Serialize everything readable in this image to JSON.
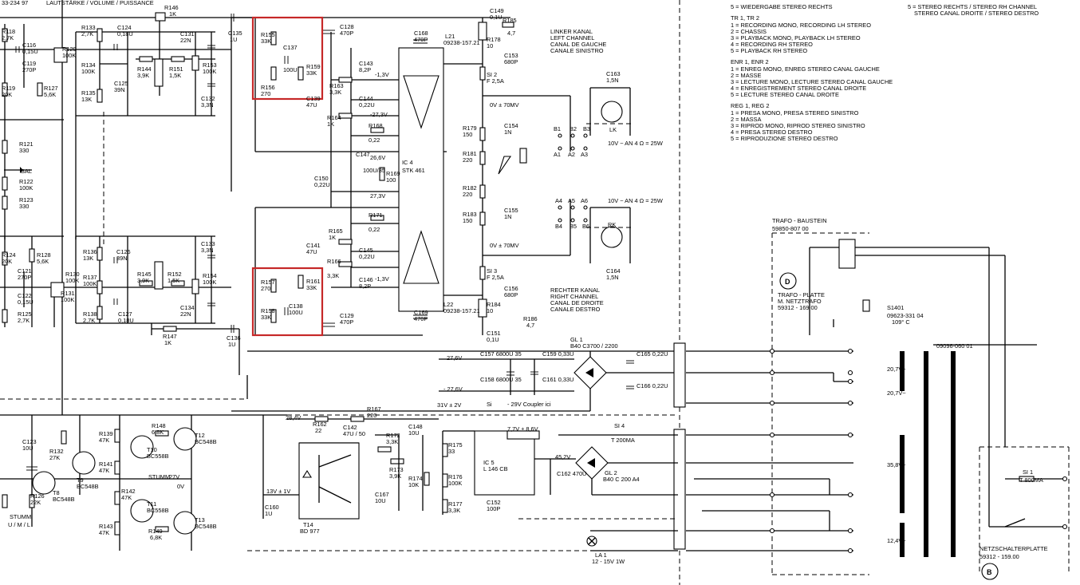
{
  "header": {
    "doc_ref": "33-234 97",
    "volume_label": "LAUTSTÄRKE / VOLUME / PUISSANCE"
  },
  "legend": {
    "line5": "5 = WIEDERGABE STEREO RECHTS",
    "right_channel": [
      "5 = STEREO RECHTS / STEREO RH CHANNEL",
      "STEREO CANAL DROITE / STEREO DESTRO"
    ],
    "tr_head": "TR 1, TR 2",
    "tr_lines": [
      "1 = RECORDING MONO, RECORDING LH STEREO",
      "2 = CHASSIS",
      "3 = PLAYBACK MONO, PLAYBACK LH STEREO",
      "4 = RECORDING RH STEREO",
      "5 = PLAYBACK RH STEREO"
    ],
    "enr_head": "ENR 1, ENR 2",
    "enr_lines": [
      "1 = ENREG MONO, ENREG STEREO CANAL GAUCHE",
      "2 = MASSE",
      "3 = LECTURE MONO, LECTURE STEREO CANAL GAUCHE",
      "4 = ENREGISTREMENT STEREO CANAL DROITE",
      "5 = LECTURE STEREO CANAL DROITE"
    ],
    "reg_head": "REG 1, REG 2",
    "reg_lines": [
      "1 = PRESA MONO, PRESA STEREO SINISTRO",
      "2 = MASSA",
      "3 = RIPROD MONO, RIPROD STEREO SINISTRO",
      "4 = PRESA STEREO DESTRO",
      "5 = RIPRODUZIONE STEREO DESTRO"
    ]
  },
  "channels": {
    "left": [
      "LINKER KANAL",
      "LEFT CHANNEL",
      "CANAL DE GAUCHE",
      "CANALE SINISTRO"
    ],
    "right": [
      "RECHTER KANAL",
      "RIGHT CHANNEL",
      "CANAL DE DROITE",
      "CANALE DESTRO"
    ]
  },
  "top_left_parts": [
    {
      "t": "R118",
      "v": "2,7K"
    },
    {
      "t": "C116",
      "v": "0,15U"
    },
    {
      "t": "C119",
      "v": "270P"
    },
    {
      "t": "R119",
      "v": "20K"
    },
    {
      "t": "R127",
      "v": "5,6K"
    },
    {
      "t": "R129",
      "v": "100K"
    },
    {
      "t": "R133",
      "v": "2,7K"
    },
    {
      "t": "C124",
      "v": "0,18U"
    },
    {
      "t": "R134",
      "v": "100K"
    },
    {
      "t": "R135",
      "v": "13K"
    },
    {
      "t": "C125",
      "v": "39N"
    },
    {
      "t": "R144",
      "v": "3,9K"
    },
    {
      "t": "R146",
      "v": "1K"
    },
    {
      "t": "R151",
      "v": "1,5K"
    },
    {
      "t": "C131",
      "v": "22N"
    },
    {
      "t": "R153",
      "v": "100K"
    },
    {
      "t": "C132",
      "v": "3,3N"
    },
    {
      "t": "C135",
      "v": "1U"
    },
    {
      "t": "R121",
      "v": "330"
    },
    {
      "t": "R122",
      "v": "100K"
    },
    {
      "t": "R123",
      "v": "330"
    }
  ],
  "bal_label": "BAL",
  "bottom_left_parts": [
    {
      "t": "R124",
      "v": "20K"
    },
    {
      "t": "R128",
      "v": "5,6K"
    },
    {
      "t": "C121",
      "v": "270P"
    },
    {
      "t": "C122",
      "v": "0,15U"
    },
    {
      "t": "R125",
      "v": "2,7K"
    },
    {
      "t": "R130",
      "v": "100K"
    },
    {
      "t": "R131",
      "v": "100K"
    },
    {
      "t": "R136",
      "v": "13K"
    },
    {
      "t": "C126",
      "v": "39N"
    },
    {
      "t": "R137",
      "v": "100K"
    },
    {
      "t": "R138",
      "v": "2,7K"
    },
    {
      "t": "C127",
      "v": "0,18U"
    },
    {
      "t": "R145",
      "v": "3,9K"
    },
    {
      "t": "R152",
      "v": "1,5K"
    },
    {
      "t": "C133",
      "v": "3,3N"
    },
    {
      "t": "R154",
      "v": "100K"
    },
    {
      "t": "C134",
      "v": "22N"
    },
    {
      "t": "R147",
      "v": "1K"
    },
    {
      "t": "C136",
      "v": "1U"
    }
  ],
  "amp_top": {
    "hl": [
      {
        "t": "R155",
        "v": "33K"
      },
      {
        "t": "C137",
        "v": "100U"
      },
      {
        "t": "R159",
        "v": "33K"
      },
      {
        "t": "R156",
        "v": "270"
      }
    ],
    "parts": [
      {
        "t": "C128",
        "v": "470P"
      },
      {
        "t": "C139",
        "v": "47U"
      },
      {
        "t": "C143",
        "v": "8,2P"
      },
      {
        "t": "R163",
        "v": "3,3K"
      },
      {
        "t": "C144",
        "v": "0,22U"
      },
      {
        "t": "R164",
        "v": "1K"
      },
      {
        "t": "R168",
        "v": "0,22"
      },
      {
        "t": "C168",
        "v": "470P"
      },
      {
        "t": "C147",
        "v": "100U/35"
      },
      {
        "t": "R169",
        "v": "100"
      },
      {
        "t": "C150",
        "v": "0,22U"
      }
    ],
    "volts": [
      "-1,3V",
      "-27,3V",
      "26,6V",
      "27,3V"
    ],
    "ic": "IC 4",
    "ic_type": "STK 461"
  },
  "amp_bottom": {
    "hl": [
      {
        "t": "R157",
        "v": "270"
      },
      {
        "t": "R161",
        "v": "33K"
      },
      {
        "t": "R158",
        "v": "33K"
      },
      {
        "t": "C138",
        "v": "100U"
      }
    ],
    "parts": [
      {
        "t": "R171",
        "v": "0,22"
      },
      {
        "t": "R165",
        "v": "1K"
      },
      {
        "t": "C141",
        "v": "47U"
      },
      {
        "t": "C145",
        "v": "0,22U"
      },
      {
        "t": "R166",
        "v": "3,3K"
      },
      {
        "t": "C146",
        "v": "8,2P"
      },
      {
        "t": "C129",
        "v": "470P"
      },
      {
        "t": "C169",
        "v": "470P"
      }
    ],
    "volts": [
      "-1,3V"
    ]
  },
  "output": [
    {
      "t": "C149",
      "v": "0,1U"
    },
    {
      "t": "R185",
      "v": "4,7"
    },
    {
      "t": "L21",
      "v": "09238-157.21"
    },
    {
      "t": "R178",
      "v": "10"
    },
    {
      "t": "C153",
      "v": "680P"
    },
    {
      "t": "SI 2",
      "v": "F 2,5A"
    },
    {
      "t": "R179",
      "v": "150"
    },
    {
      "t": "C154",
      "v": "1N"
    },
    {
      "t": "R181",
      "v": "220"
    },
    {
      "t": "R182",
      "v": "220"
    },
    {
      "t": "C155",
      "v": "1N"
    },
    {
      "t": "R183",
      "v": "150"
    },
    {
      "t": "SI 3",
      "v": "F 2,5A"
    },
    {
      "t": "C156",
      "v": "680P"
    },
    {
      "t": "L22",
      "v": "09238-157.21"
    },
    {
      "t": "R184",
      "v": "10"
    },
    {
      "t": "C151",
      "v": "0,1U"
    },
    {
      "t": "R186",
      "v": "4,7"
    }
  ],
  "ov_labels": [
    "0V ± 70MV",
    "0V ± 70MV"
  ],
  "speakers": {
    "lk": {
      "label": "LK",
      "c": "C163",
      "cv": "1,5N",
      "spec": "10V ~ AN 4 Ω = 25W",
      "pins_top": [
        "B1",
        "B2",
        "B3"
      ],
      "pins_bot": [
        "A1",
        "A2",
        "A3"
      ]
    },
    "rk": {
      "label": "RK",
      "c": "C164",
      "cv": "1,5N",
      "spec": "10V ~ AN 4 Ω = 25W",
      "pins_top": [
        "A4",
        "A5",
        "A6"
      ],
      "pins_bot": [
        "B4",
        "B5",
        "B6"
      ]
    }
  },
  "psu": {
    "gl1": "GL 1",
    "gl1_type": "B40 C3700 / 2200",
    "v_pos": "27,6V",
    "v_neg": "- 27,6V",
    "c157": "C157 6800U 35",
    "c158": "C158 6800U 35",
    "c159": "C159 0,33U",
    "c161": "C161 0,33U",
    "c165": "C165 0,22U",
    "c166": "C166 0,22U",
    "si_note": "Si",
    "muting": "- 29V  Coupler ici",
    "v31": "31V ± 2V",
    "v28": "28,4V",
    "si4": "SI 4",
    "si4v": "T 200MA",
    "gl2": "GL 2",
    "gl2_type": "B40 C 200 A4",
    "c162": "C162 470U",
    "v452": "45,2V",
    "ic5": "IC 5",
    "ic5_type": "L 146 CB",
    "v77": "7,7V ± 8,6V",
    "la1": "LA 1",
    "la1v": "12 - 15V 1W"
  },
  "trafo": {
    "title": "TRAFO - BAUSTEIN",
    "code": "59850-807 00",
    "d_label": "D",
    "d_lines": [
      "TRAFO - PLATTE",
      "M. NETZTRAFO",
      "59312 - 169 00"
    ],
    "s1401": "S1401",
    "s1401_code": "09623-331 04",
    "s1401_t": "109° C",
    "code2": "09096-060 01",
    "windings": [
      "20,7V~",
      "20,7V~",
      "35,8V~",
      "12,4V~"
    ],
    "si1": "SI 1",
    "si1v": "T 800MA",
    "b_label": "B",
    "b_lines": [
      "NETZSCHALTERPLATTE",
      "59312 - 159.00"
    ]
  },
  "mute": {
    "parts": [
      {
        "t": "C123",
        "v": "10U"
      },
      {
        "t": "R132",
        "v": "27K"
      },
      {
        "t": "R126",
        "v": "22K"
      },
      {
        "t": "R139",
        "v": "47K"
      },
      {
        "t": "R141",
        "v": "47K"
      },
      {
        "t": "R142",
        "v": "47K"
      },
      {
        "t": "R143",
        "v": "47K"
      },
      {
        "t": "R148",
        "v": "6,8K"
      },
      {
        "t": "R149",
        "v": "6,8K"
      },
      {
        "t": "R162",
        "v": "22"
      },
      {
        "t": "C142",
        "v": "47U / 50"
      },
      {
        "t": "R167",
        "v": "220"
      },
      {
        "t": "R172",
        "v": "3,3K"
      },
      {
        "t": "R173",
        "v": "3,9K"
      },
      {
        "t": "R174",
        "v": "10K"
      },
      {
        "t": "C148",
        "v": "10U"
      },
      {
        "t": "C167",
        "v": "10U"
      },
      {
        "t": "R175",
        "v": "33"
      },
      {
        "t": "R176",
        "v": "100K"
      },
      {
        "t": "R177",
        "v": "3,3K"
      },
      {
        "t": "C152",
        "v": "100P"
      },
      {
        "t": "C160",
        "v": "1U"
      }
    ],
    "transistors": [
      {
        "t": "T8",
        "v": "BC548B"
      },
      {
        "t": "T9",
        "v": "BC548B"
      },
      {
        "t": "T10",
        "v": "BC558B"
      },
      {
        "t": "T11",
        "v": "BC558B"
      },
      {
        "t": "T12",
        "v": "BC548B"
      },
      {
        "t": "T13",
        "v": "BC548B"
      },
      {
        "t": "T14",
        "v": "BD 977"
      }
    ],
    "stumm": "STUMM",
    "v27": "27V",
    "v0": "0V",
    "stumm_mono": "STUMM",
    "umml": "U / M / L",
    "v13": "13V ± 1V"
  }
}
